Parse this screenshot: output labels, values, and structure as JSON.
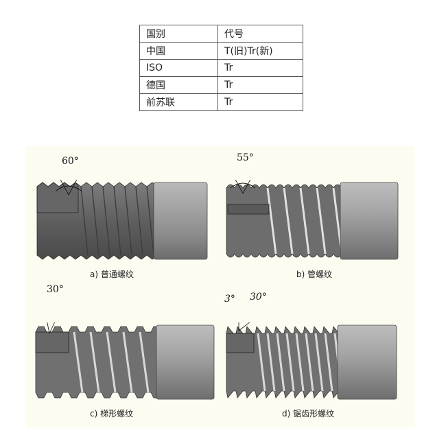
{
  "table": {
    "headers": [
      "国别",
      "代号"
    ],
    "rows": [
      [
        "中国",
        "T(旧)Tr(新)"
      ],
      [
        "ISO",
        "Tr"
      ],
      [
        "德国",
        "Tr"
      ],
      [
        "前苏联",
        "Tr"
      ]
    ]
  },
  "figures": {
    "a": {
      "caption": "a) 普通螺纹",
      "angle": "60°"
    },
    "b": {
      "caption": "b) 管螺纹",
      "angle": "55°"
    },
    "c": {
      "caption": "c) 梯形螺纹",
      "angle": "30°"
    },
    "d": {
      "caption": "d) 锯齿形螺纹",
      "angle_left": "3°",
      "angle_right": "30°"
    }
  },
  "colors": {
    "panel_bg": "#fdfcf1",
    "metal": "#8c8c8c",
    "metal_dark": "#5a5a5a"
  }
}
